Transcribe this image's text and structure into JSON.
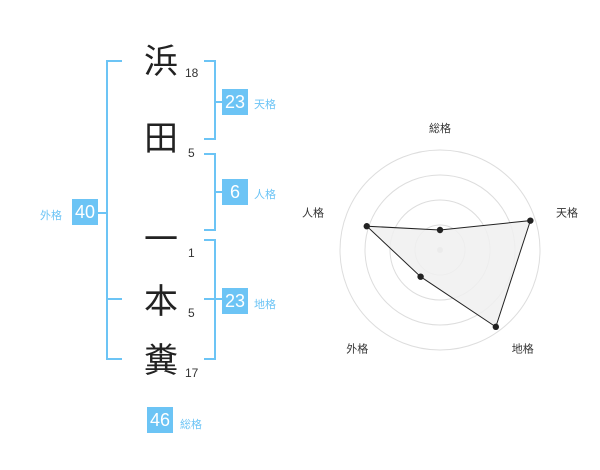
{
  "name": {
    "chars": [
      {
        "char": "浜",
        "strokes": "18"
      },
      {
        "char": "田",
        "strokes": "5"
      },
      {
        "char": "一",
        "strokes": "1"
      },
      {
        "char": "本",
        "strokes": "5"
      },
      {
        "char": "糞",
        "strokes": "17"
      }
    ]
  },
  "fortune": {
    "tenkaku": {
      "value": "23",
      "label": "天格"
    },
    "jinkaku": {
      "value": "6",
      "label": "人格"
    },
    "chikaku": {
      "value": "23",
      "label": "地格"
    },
    "gaikaku": {
      "value": "40",
      "label": "外格"
    },
    "soukaku": {
      "value": "46",
      "label": "総格"
    }
  },
  "chart_data": {
    "type": "radar",
    "axes": [
      "総格",
      "天格",
      "地格",
      "外格",
      "人格"
    ],
    "values": [
      0.2,
      0.95,
      0.95,
      0.33,
      0.77
    ],
    "max": 1,
    "rings": 4,
    "colors": {
      "fill": "#f0f0f0",
      "stroke": "#222222",
      "grid": "#dddddd",
      "center": "#cccccc"
    }
  }
}
